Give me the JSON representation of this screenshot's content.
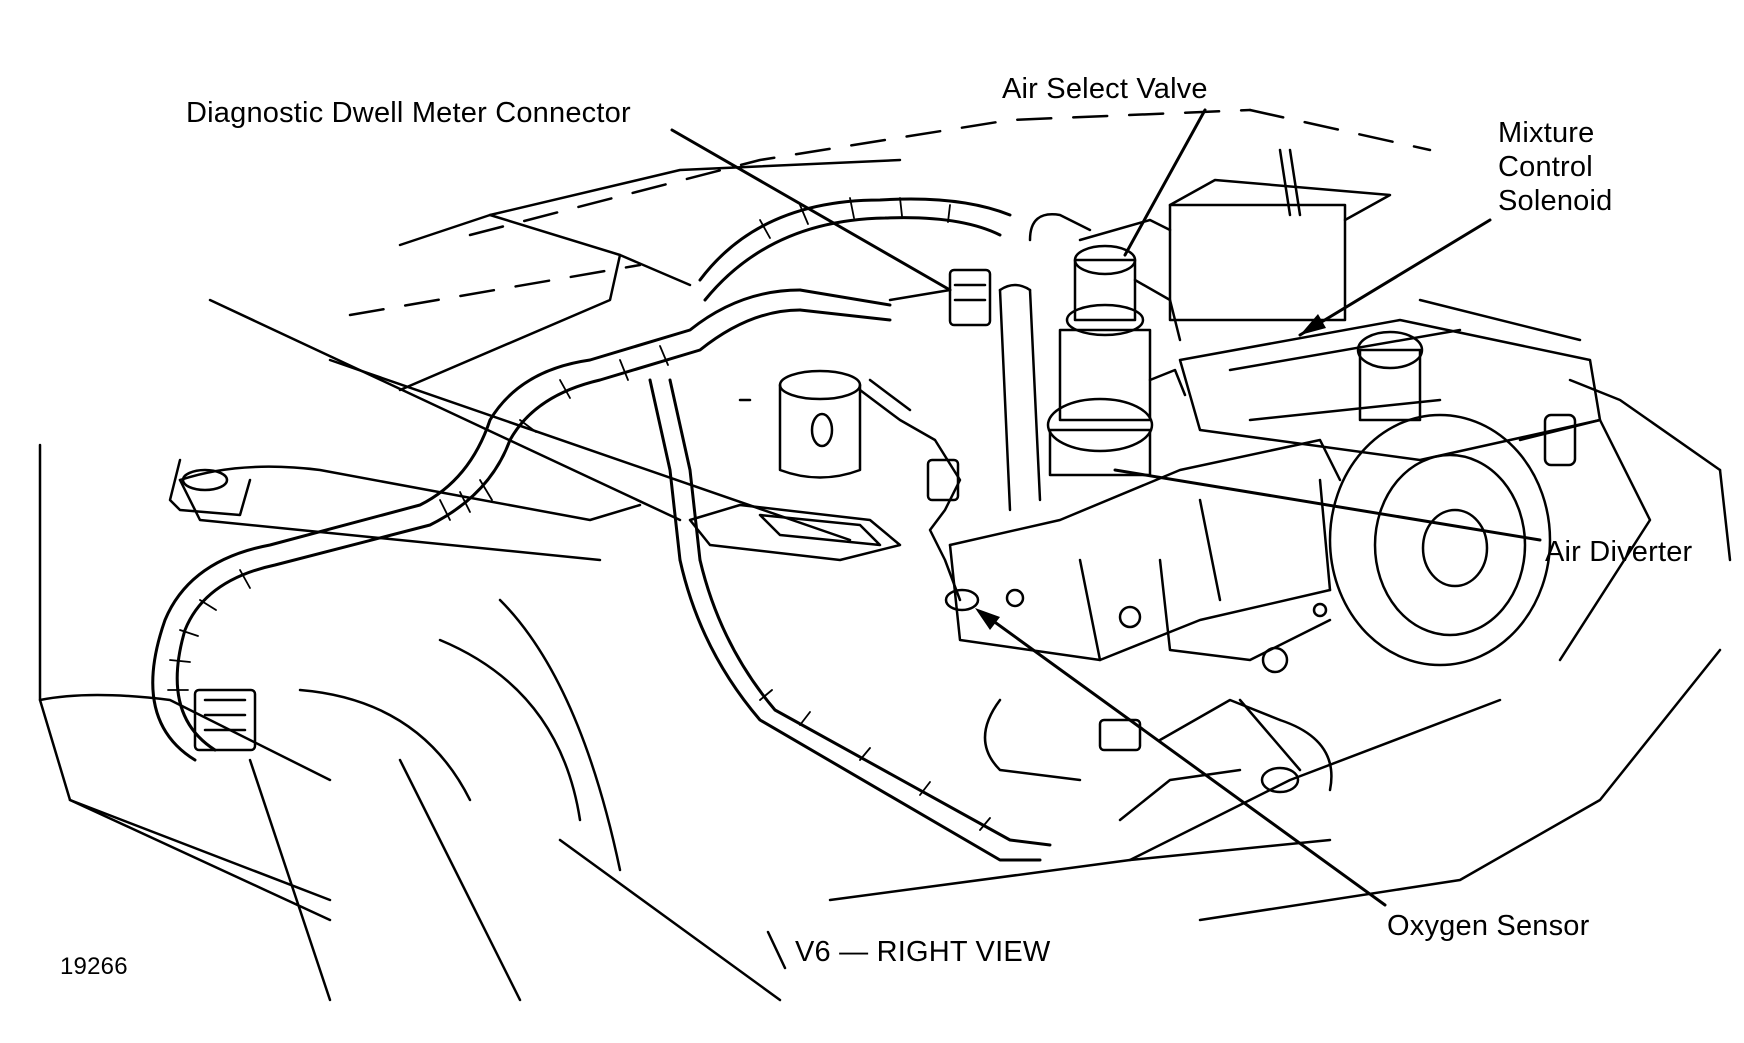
{
  "diagram": {
    "view_caption": "V6 — RIGHT VIEW",
    "figure_number": "19266",
    "labels": {
      "dwell_meter_connector": "Diagnostic Dwell Meter Connector",
      "air_select_valve": "Air Select Valve",
      "mixture_control_solenoid": [
        "Mixture",
        "Control",
        "Solenoid"
      ],
      "air_diverter": "Air Diverter",
      "oxygen_sensor": "Oxygen Sensor"
    },
    "colors": {
      "ink": "#000000",
      "paper": "#ffffff"
    }
  }
}
